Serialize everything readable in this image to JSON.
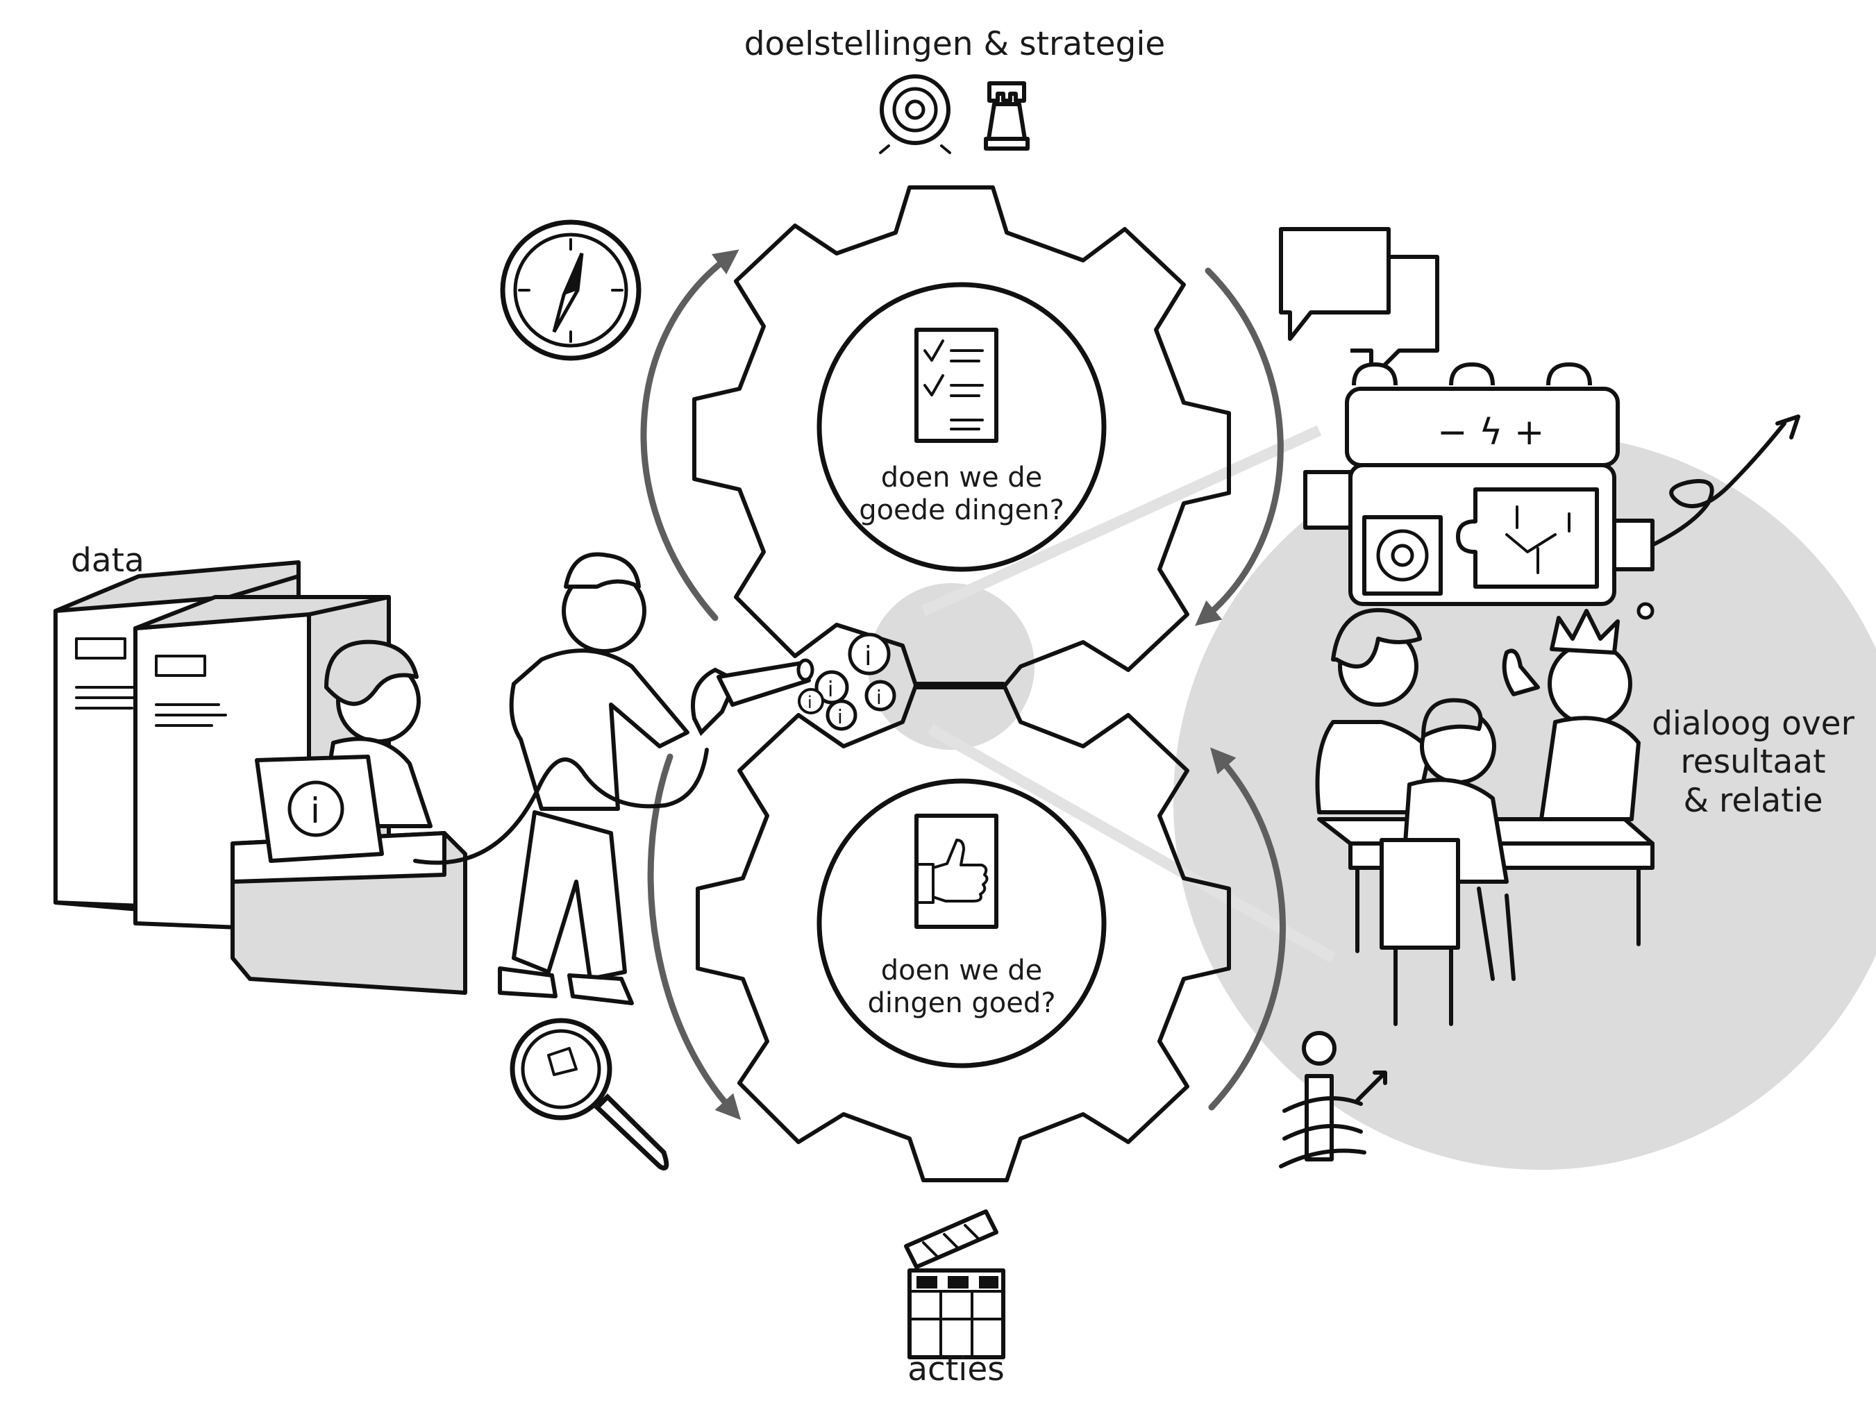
{
  "labels": {
    "goals": "doelstellingen & strategie",
    "data": "data",
    "top_gear": "doen we de\ngoede dingen?",
    "bottom_gear": "doen we de\ndingen goed?",
    "dialogue": "dialoog over\nresultaat\n& relatie",
    "actions": "acties"
  },
  "gear_info_badge": "i",
  "laptop_info_badge": "i",
  "colors": {
    "ink": "#111111",
    "arrow": "#5e5e5e",
    "highlight": "#dcdcdc",
    "background": "#ffffff"
  }
}
